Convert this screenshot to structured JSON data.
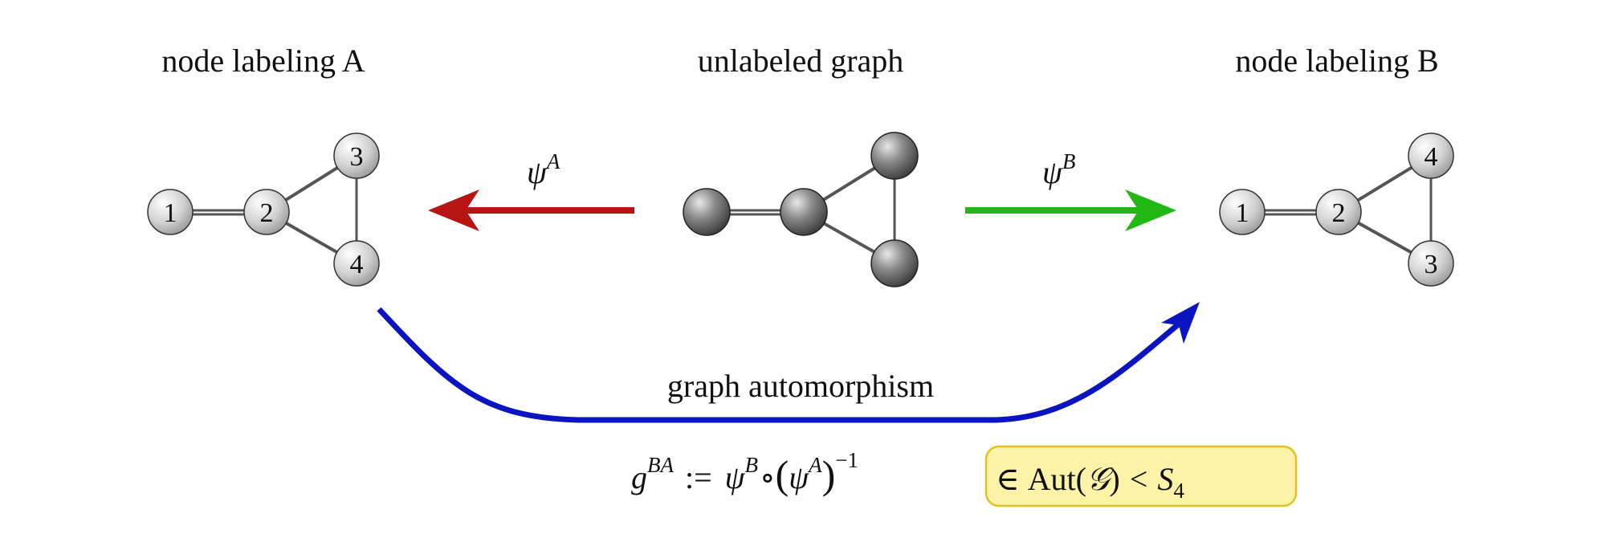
{
  "titles": {
    "left": "node labeling A",
    "center": "unlabeled graph",
    "right": "node labeling B"
  },
  "graph_a": {
    "nodes": [
      "1",
      "2",
      "3",
      "4"
    ]
  },
  "graph_b": {
    "nodes": [
      "1",
      "2",
      "4",
      "3"
    ]
  },
  "arrows": {
    "psi_a": {
      "symbol": "ψ",
      "sup": "A",
      "color": "#b81414"
    },
    "psi_b": {
      "symbol": "ψ",
      "sup": "B",
      "color": "#22b814"
    },
    "automorphism": {
      "label": "graph automorphism",
      "color": "#0a14c0"
    }
  },
  "formula": {
    "g": "g",
    "g_sup": "BA",
    "assign": ":=",
    "psi": "ψ",
    "psi_b_sup": "B",
    "circ": "∘",
    "lparen": "(",
    "psi_a_sup": "A",
    "rparen": ")",
    "inv": "−1",
    "highlight": {
      "elem": "∈",
      "aut": "Aut(",
      "calg": "𝒢",
      "close": ")",
      "lt": "<",
      "S": "S",
      "sub": "4",
      "bg": "#fdf3a8",
      "border": "#e8c020"
    }
  }
}
